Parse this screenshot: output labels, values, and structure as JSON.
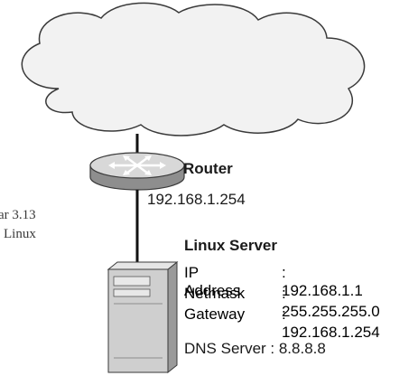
{
  "caption": {
    "line1": "ar 3.13",
    "line2": "Linux"
  },
  "router": {
    "label": "Router",
    "ip": "192.168.1.254"
  },
  "server": {
    "title": "Linux Server",
    "rows": [
      {
        "key": "IP Address",
        "value": ": 192.168.1.1"
      },
      {
        "key": "Netmask",
        "value": ": 255.255.255.0"
      },
      {
        "key": "Gateway",
        "value": ": 192.168.1.254"
      }
    ],
    "dns": "DNS Server : 8.8.8.8"
  },
  "colors": {
    "cloud_fill": "#f2f2f2",
    "outline": "#3a3a3a",
    "router_top": "#d8d8d8",
    "router_side": "#8e8e8e",
    "server_front": "#cfcfcf",
    "server_side": "#9a9a9a",
    "link_line": "#111111"
  }
}
